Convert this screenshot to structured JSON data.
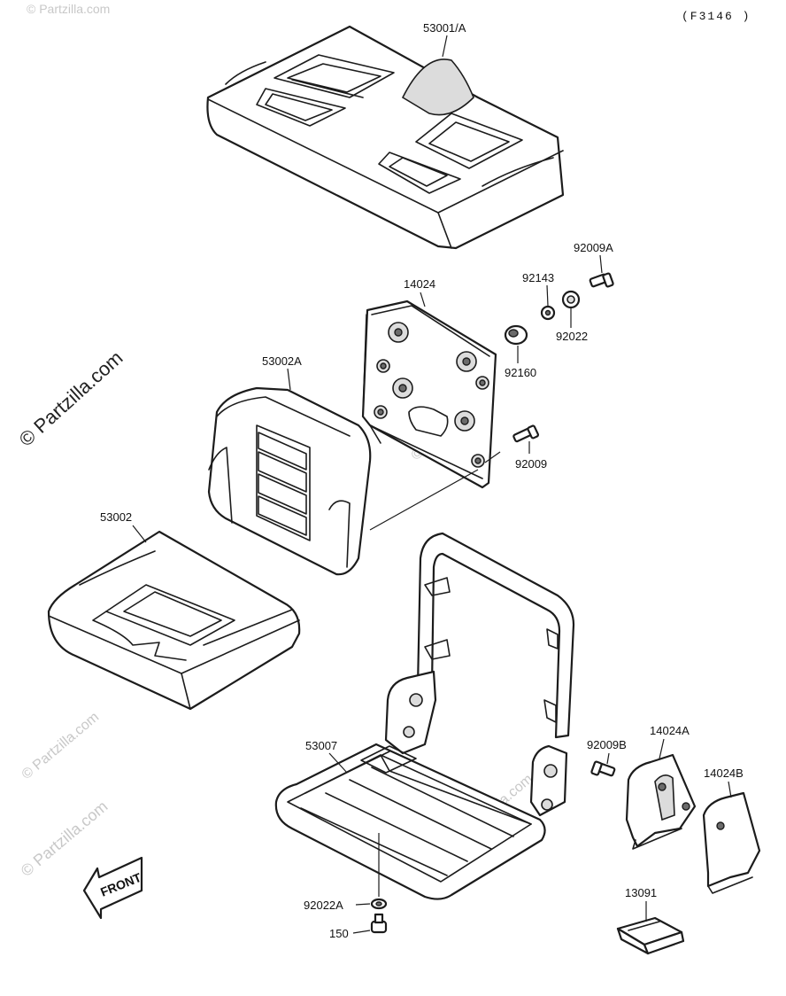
{
  "diagram_code": "(F3146 )",
  "watermark": {
    "main": "© Partzilla.com",
    "faint": "© Partzilla.com"
  },
  "front_label": "FRONT",
  "parts": {
    "seat_top": "53001/A",
    "back_bracket": "14024",
    "screw_a": "92009A",
    "nut": "92143",
    "washer": "92022",
    "bushing": "92160",
    "back_cushion": "53002A",
    "bolt": "92009",
    "seat_cushion": "53002",
    "frame": "53007",
    "screw_b": "92009B",
    "bracket_a": "14024A",
    "bracket_b": "14024B",
    "washer_a": "92022A",
    "bolt_150": "150",
    "holder": "13091"
  }
}
